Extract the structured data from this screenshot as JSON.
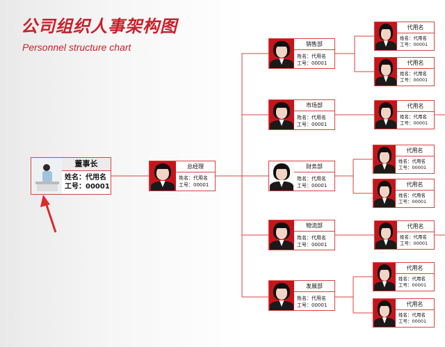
{
  "header": {
    "title": "公司组织人事架构图",
    "subtitle": "Personnel structure chart"
  },
  "chairman": {
    "title": "董事长",
    "name_line": "姓名：代用名",
    "id_line": "工号：00001"
  },
  "gm": {
    "title": "总经理",
    "name_line": "姓名：代用名",
    "id_line": "工号：00001"
  },
  "departments": [
    {
      "title": "销售部",
      "name_line": "姓名：代用名",
      "id_line": "工号：00001"
    },
    {
      "title": "市场部",
      "name_line": "姓名：代用名",
      "id_line": "工号：00001"
    },
    {
      "title": "财务部",
      "name_line": "姓名：代用名",
      "id_line": "工号：00001"
    },
    {
      "title": "物流部",
      "name_line": "姓名：代用名",
      "id_line": "工号：00001"
    },
    {
      "title": "发展部",
      "name_line": "姓名：代用名",
      "id_line": "工号：00001"
    }
  ],
  "staff": [
    {
      "title": "代用名",
      "name_line": "姓名：代用名",
      "id_line": "工号：00001"
    },
    {
      "title": "代用名",
      "name_line": "姓名：代用名",
      "id_line": "工号：00001"
    },
    {
      "title": "代用名",
      "name_line": "姓名：代用名",
      "id_line": "工号：00001"
    },
    {
      "title": "代用名",
      "name_line": "姓名：代用名",
      "id_line": "工号：00001"
    },
    {
      "title": "代用名",
      "name_line": "姓名：代用名",
      "id_line": "工号：00001"
    },
    {
      "title": "代用名",
      "name_line": "姓名：代用名",
      "id_line": "工号：00001"
    },
    {
      "title": "代用名",
      "name_line": "姓名：代用名",
      "id_line": "工号：00001"
    },
    {
      "title": "代用名",
      "name_line": "姓名：代用名",
      "id_line": "工号：00001"
    }
  ],
  "colors": {
    "accent": "#c8202b",
    "line": "#d9413f",
    "photo_bg": "#c5151b"
  }
}
